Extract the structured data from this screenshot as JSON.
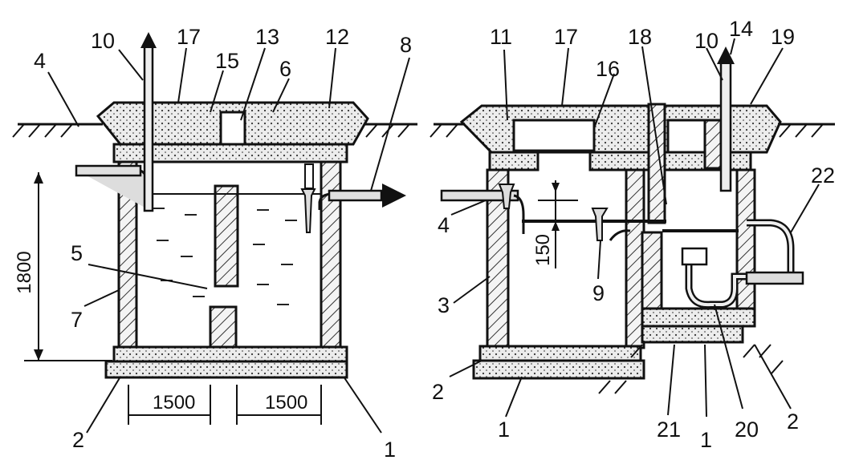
{
  "left_tank": {
    "labels": {
      "l10": "10",
      "l17": "17",
      "l13": "13",
      "l12": "12",
      "l8": "8",
      "l4": "4",
      "l15": "15",
      "l6": "6",
      "l5": "5",
      "l7": "7",
      "l2": "2",
      "l1": "1"
    },
    "dims": {
      "height": "1800",
      "left_width": "1500",
      "right_width": "1500"
    }
  },
  "right_tank": {
    "labels": {
      "l11": "11",
      "l17": "17",
      "l16": "16",
      "l18": "18",
      "l10": "10",
      "l14": "14",
      "l19": "19",
      "l22": "22",
      "l4": "4",
      "l9": "9",
      "l3": "3",
      "l2a": "2",
      "l1a": "1",
      "l21": "21",
      "l1b": "1",
      "l20": "20",
      "l2b": "2"
    },
    "dims": {
      "level": "150"
    }
  }
}
